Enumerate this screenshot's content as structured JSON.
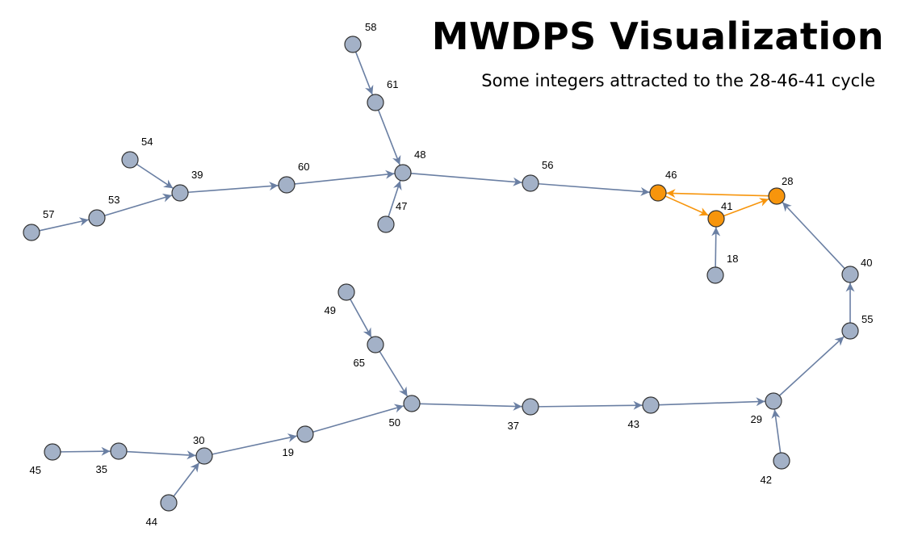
{
  "header": {
    "title": "MWDPS Visualization",
    "subtitle": "Some integers attracted to the 28-46-41 cycle"
  },
  "colors": {
    "default_node": "#a3b1c7",
    "default_edge": "#6a7fa3",
    "cycle_node": "#f7950c",
    "cycle_edge": "#f7950c",
    "node_stroke": "#333333"
  },
  "nodes": [
    {
      "id": "58"
    },
    {
      "id": "61"
    },
    {
      "id": "48"
    },
    {
      "id": "47"
    },
    {
      "id": "54"
    },
    {
      "id": "39"
    },
    {
      "id": "60"
    },
    {
      "id": "53"
    },
    {
      "id": "57"
    },
    {
      "id": "56"
    },
    {
      "id": "46",
      "cycle": true
    },
    {
      "id": "41",
      "cycle": true
    },
    {
      "id": "28",
      "cycle": true
    },
    {
      "id": "18"
    },
    {
      "id": "40"
    },
    {
      "id": "55"
    },
    {
      "id": "29"
    },
    {
      "id": "42"
    },
    {
      "id": "43"
    },
    {
      "id": "37"
    },
    {
      "id": "50"
    },
    {
      "id": "65"
    },
    {
      "id": "49"
    },
    {
      "id": "19"
    },
    {
      "id": "30"
    },
    {
      "id": "35"
    },
    {
      "id": "45"
    },
    {
      "id": "44"
    }
  ],
  "edges": [
    {
      "from": "58",
      "to": "61"
    },
    {
      "from": "61",
      "to": "48"
    },
    {
      "from": "47",
      "to": "48"
    },
    {
      "from": "48",
      "to": "56"
    },
    {
      "from": "56",
      "to": "46"
    },
    {
      "from": "54",
      "to": "39"
    },
    {
      "from": "57",
      "to": "53"
    },
    {
      "from": "53",
      "to": "39"
    },
    {
      "from": "39",
      "to": "60"
    },
    {
      "from": "60",
      "to": "48"
    },
    {
      "from": "46",
      "to": "41",
      "cycle": true
    },
    {
      "from": "41",
      "to": "28",
      "cycle": true
    },
    {
      "from": "28",
      "to": "46",
      "cycle": true
    },
    {
      "from": "18",
      "to": "41"
    },
    {
      "from": "40",
      "to": "28"
    },
    {
      "from": "55",
      "to": "40"
    },
    {
      "from": "29",
      "to": "55"
    },
    {
      "from": "42",
      "to": "29"
    },
    {
      "from": "43",
      "to": "29"
    },
    {
      "from": "37",
      "to": "43"
    },
    {
      "from": "50",
      "to": "37"
    },
    {
      "from": "65",
      "to": "50"
    },
    {
      "from": "49",
      "to": "65"
    },
    {
      "from": "19",
      "to": "50"
    },
    {
      "from": "30",
      "to": "19"
    },
    {
      "from": "35",
      "to": "30"
    },
    {
      "from": "45",
      "to": "35"
    },
    {
      "from": "44",
      "to": "30"
    }
  ]
}
